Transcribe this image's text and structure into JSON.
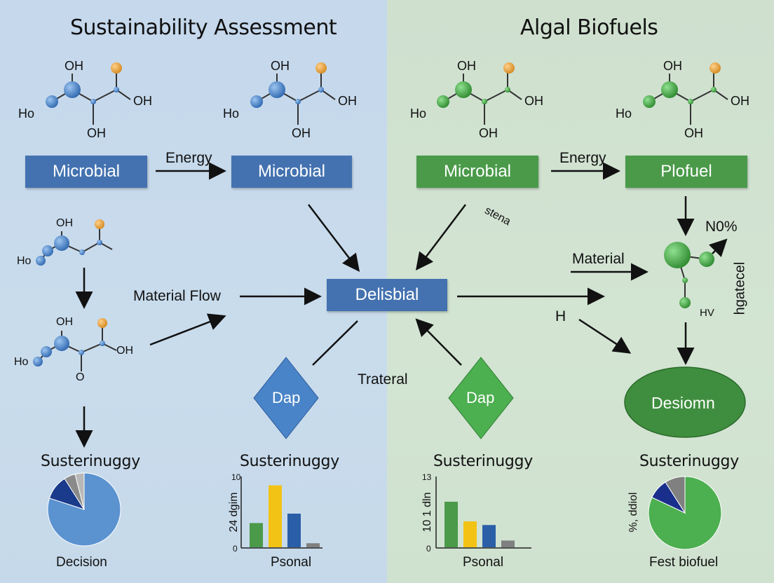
{
  "titles": {
    "left": "Sustainability Assessment",
    "right": "Algal Biofuels"
  },
  "molecule_labels": {
    "oh": "OH",
    "ho": "Ho",
    "o": "O"
  },
  "boxes": {
    "microbial_1": "Microbial",
    "microbial_2": "Microbial",
    "microbial_3": "Microbial",
    "plofuel": "Plofuel",
    "delisbial": "Delisbial"
  },
  "labels": {
    "energy_left": "Energy",
    "energy_right": "Energy",
    "material_flow": "Material Flow",
    "trateral": "Trateral",
    "material": "Material",
    "n0pct": "N0%",
    "hgatecel": "hgatecel",
    "hv": "HV",
    "h": "H",
    "stena": "stena"
  },
  "diamonds": {
    "left": "Dap",
    "right": "Dap"
  },
  "ellipse": "Desiomn",
  "panels": {
    "pie_left": {
      "heading": "Susterinuggy",
      "caption": "Decision"
    },
    "bar_left": {
      "heading": "Susterinuggy",
      "xlabel": "Psonal",
      "ylabel": "24 dgim",
      "ytop": "10",
      "ybottom": "0"
    },
    "bar_right": {
      "heading": "Susterinuggy",
      "xlabel": "Psonal",
      "ylabel": "10 1 dln",
      "ytop": "13",
      "ybottom": "0"
    },
    "pie_right": {
      "heading": "Susterinuggy",
      "caption": "Fest biofuel",
      "ylabel": "%, ddiol"
    }
  },
  "chart_data": [
    {
      "type": "pie",
      "values": [
        80,
        11,
        5,
        4
      ],
      "colors": [
        "#5b92d0",
        "#1a3a8c",
        "#8a8a8a",
        "#b8b8b8"
      ]
    },
    {
      "type": "bar",
      "ylim": [
        0,
        10
      ],
      "values": [
        3.6,
        9.2,
        5.0,
        0.6
      ],
      "colors": [
        "#4a9a4a",
        "#f2c314",
        "#2a5fa8",
        "#808080"
      ]
    },
    {
      "type": "bar",
      "ylim": [
        0,
        13
      ],
      "values": [
        8.8,
        5.0,
        4.3,
        1.3
      ],
      "colors": [
        "#4a9a4a",
        "#f2c314",
        "#2a5fa8",
        "#808080"
      ]
    },
    {
      "type": "pie",
      "values": [
        82,
        9,
        9
      ],
      "colors": [
        "#4caf50",
        "#1a2f8c",
        "#808080"
      ]
    }
  ]
}
